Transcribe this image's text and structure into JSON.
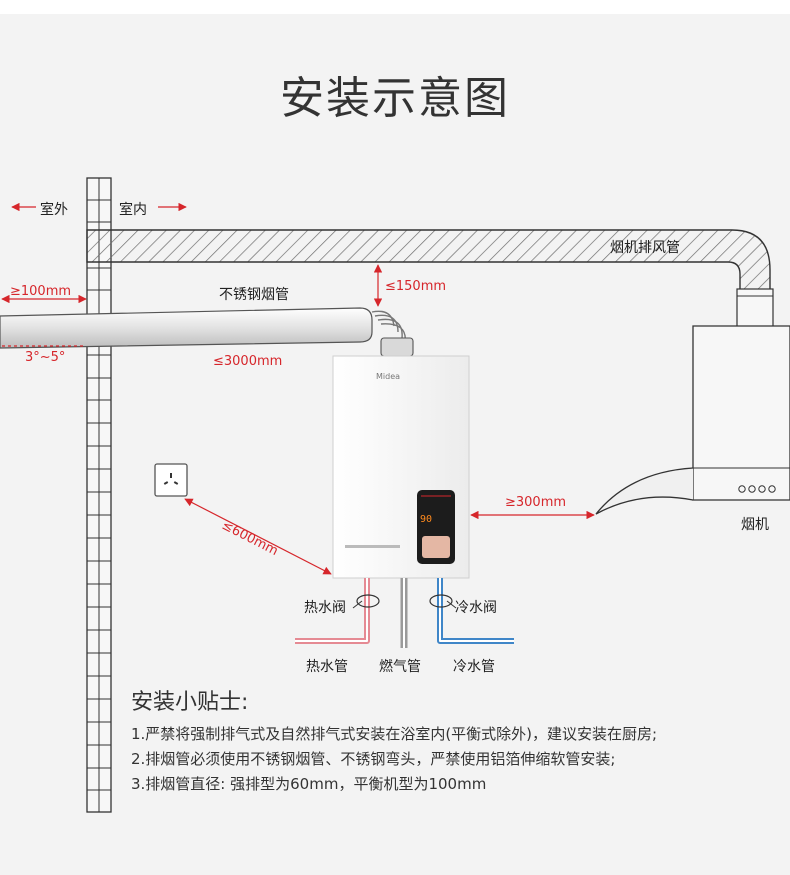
{
  "title": "安装示意图",
  "labels": {
    "outdoor": "室外",
    "indoor": "室内",
    "hood_duct": "烟机排风管",
    "steel_flue": "不锈钢烟管",
    "hood": "烟机",
    "hot_valve": "热水阀",
    "cold_valve": "冷水阀",
    "hot_pipe": "热水管",
    "gas_pipe": "燃气管",
    "cold_pipe": "冷水管",
    "brand": "Midea"
  },
  "dimensions": {
    "min_100": "≥100mm",
    "max_150": "≤150mm",
    "slope": "3°~5°",
    "max_3000": "≤3000mm",
    "max_600": "≤600mm",
    "min_300": "≥300mm"
  },
  "heater_display": "90",
  "tips": {
    "title": "安装小贴士:",
    "items": [
      "1.严禁将强制排气式及自然排气式安装在浴室内(平衡式除外)，建议安装在厨房;",
      "2.排烟管必须使用不锈钢烟管、不锈钢弯头，严禁使用铝箔伸缩软管安装;",
      "3.排烟管直径: 强排型为60mm，平衡机型为100mm"
    ]
  },
  "colors": {
    "dimension_red": "#d6262b",
    "hot_pipe": "#e58a93",
    "cold_pipe": "#3f86c8",
    "gas_pipe": "#9a9a9a",
    "heater_panel": "#1c1c1c",
    "panel_accent": "#e4b7a4"
  }
}
